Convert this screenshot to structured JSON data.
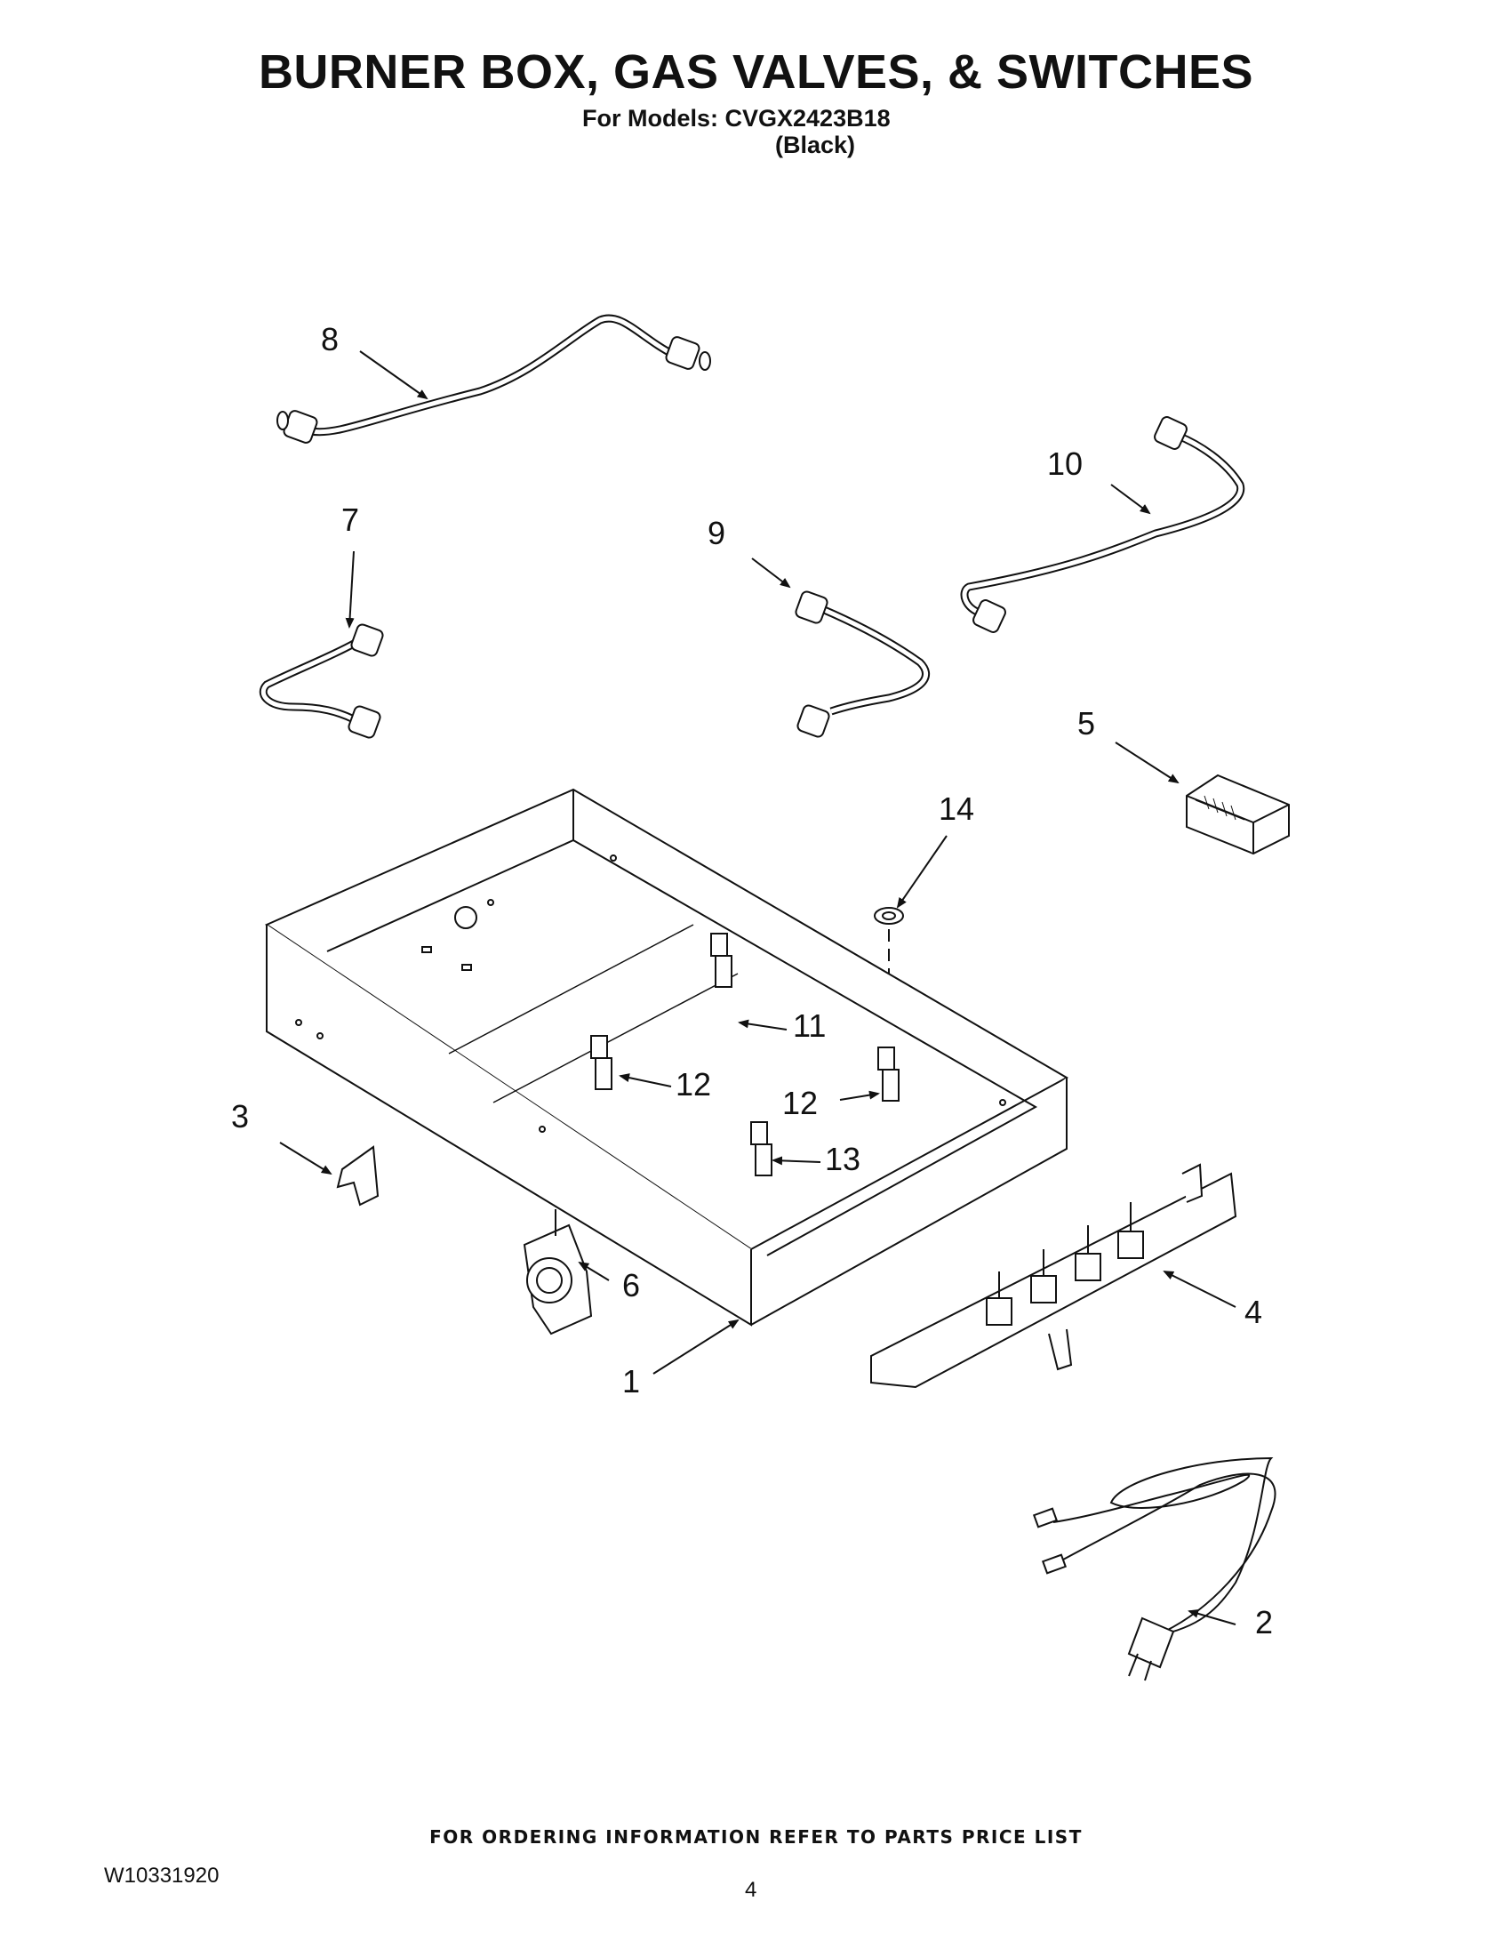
{
  "header": {
    "title": "BURNER BOX, GAS VALVES, & SWITCHES",
    "models_line": "For Models: CVGX2423B18",
    "variant": "(Black)"
  },
  "callouts": {
    "c1": "1",
    "c2": "2",
    "c3": "3",
    "c4": "4",
    "c5": "5",
    "c6": "6",
    "c7": "7",
    "c8": "8",
    "c9": "9",
    "c10": "10",
    "c11": "11",
    "c12a": "12",
    "c12b": "12",
    "c13": "13",
    "c14": "14"
  },
  "footer": {
    "note": "FOR ORDERING INFORMATION REFER TO PARTS PRICE LIST",
    "doc_number": "W10331920",
    "page_number": "4"
  },
  "colors": {
    "ink": "#111111",
    "background": "#ffffff"
  }
}
